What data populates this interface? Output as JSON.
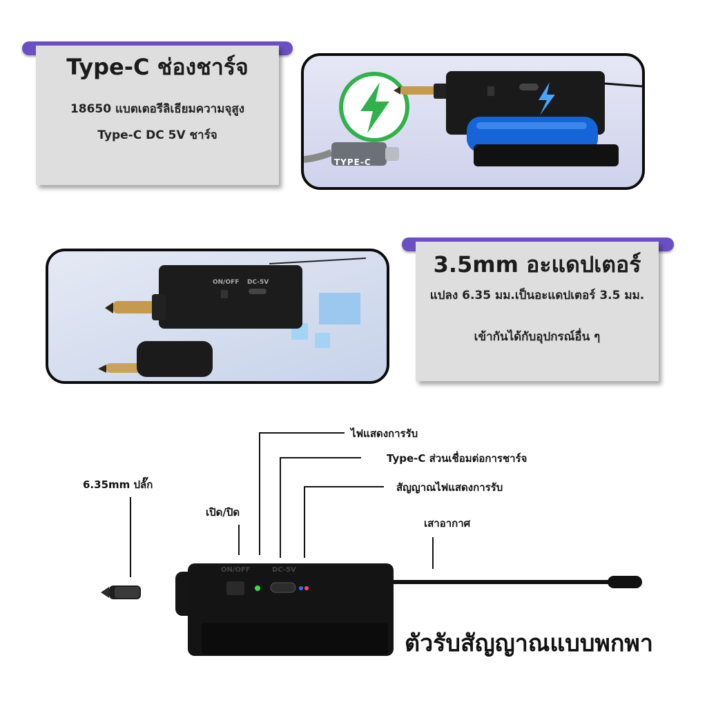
{
  "charging_card": {
    "title": "Type-C ช่องชาร์จ",
    "line1": "18650 แบตเตอรีลิเธียมความจุสูง",
    "line2": "Type-C DC 5V ชาร์จ"
  },
  "charging_photo": {
    "cable_label": "TYPE-C"
  },
  "adapter_card": {
    "title": "3.5mm อะแดปเตอร์",
    "line1": "แปลง 6.35 มม.เป็นอะแดปเตอร์ 3.5 มม.",
    "line2": "เข้ากันได้กับอุปกรณ์อื่น ๆ"
  },
  "adapter_photo": {
    "switch_label": "ON/OFF",
    "port_label": "DC-5V"
  },
  "diagram": {
    "callouts": {
      "receive_light": "ไฟแสดงการรับ",
      "typec_port": "Type-C ส่วนเชื่อมต่อการชาร์จ",
      "signal_light": "สัญญาณไฟแสดงการรับ",
      "plug": "6.35mm ปลั๊ก",
      "power": "เปิด/ปิด",
      "antenna": "เสาอากาศ"
    },
    "device_switch_label": "ON/OFF",
    "device_port_label": "DC-5V",
    "product_name": "ตัวรับสัญญาณแบบพกพา"
  },
  "colors": {
    "tab_purple": "#6b4fc4",
    "card_gray": "#dedede",
    "charge_green": "#2fb24a",
    "battery_blue": "#1565d8"
  }
}
